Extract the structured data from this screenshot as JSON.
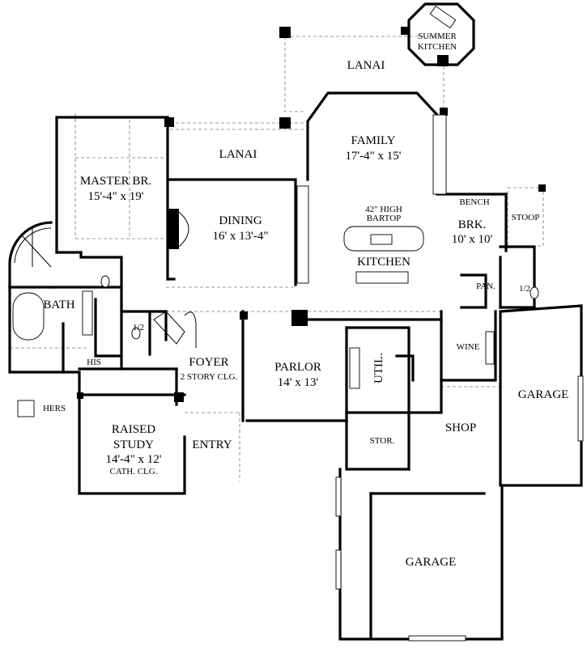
{
  "rooms": {
    "lanai_top": "LANAI",
    "summer_kitchen_1": "SUMMER",
    "summer_kitchen_2": "KITCHEN",
    "family_name": "FAMILY",
    "family_dim": "17'-4\" x 15'",
    "lanai_mid": "LANAI",
    "master_name": "MASTER BR.",
    "master_dim": "15'-4\" x 19'",
    "dining_name": "DINING",
    "dining_dim": "16' x 13'-4\"",
    "bartop_1": "42\" HIGH",
    "bartop_2": "BARTOP",
    "kitchen": "KITCHEN",
    "bench": "BENCH",
    "stoop": "STOOP",
    "brk_name": "BRK.",
    "brk_dim": "10' x 10'",
    "pan": "PAN.",
    "half_bath_right": "1/2",
    "bath": "BATH",
    "half_bath_left": "1/2",
    "his": "HIS",
    "hers": "HERS",
    "foyer_name": "FOYER",
    "foyer_note": "2 STORY CLG.",
    "parlor_name": "PARLOR",
    "parlor_dim": "14' x 13'",
    "util": "UTIL.",
    "wine": "WINE",
    "garage_right": "GARAGE",
    "study_1": "RAISED",
    "study_2": "STUDY",
    "study_dim": "14'-4\" x 12'",
    "study_note": "CATH. CLG.",
    "entry": "ENTRY",
    "shop": "SHOP",
    "stor": "STOR.",
    "garage_bottom": "GARAGE"
  }
}
